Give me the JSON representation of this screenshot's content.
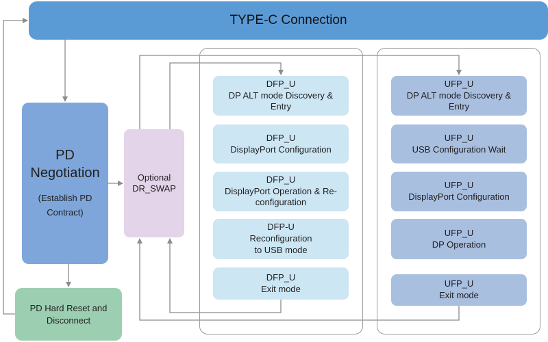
{
  "colors": {
    "top_bar": "#5b9bd5",
    "pd_negotiation": "#7ea6da",
    "hard_reset": "#9ccfb2",
    "dr_swap": "#e3d4ea",
    "dfp_state": "#cce6f4",
    "ufp_state": "#a9bfe0",
    "connector": "#8c8c8c"
  },
  "top": {
    "title": "TYPE-C Connection"
  },
  "pd_negotiation": {
    "title_lines": [
      "PD",
      "Negotiation"
    ],
    "subtitle_lines": [
      "(Establish PD",
      "Contract)"
    ]
  },
  "hard_reset": {
    "lines": [
      "PD Hard Reset and",
      "Disconnect"
    ]
  },
  "dr_swap": {
    "lines": [
      "Optional",
      "DR_SWAP"
    ]
  },
  "dfp_states": [
    {
      "lines": [
        "DFP_U",
        "DP ALT mode Discovery &",
        "Entry"
      ]
    },
    {
      "lines": [
        "DFP_U",
        "DisplayPort Configuration"
      ]
    },
    {
      "lines": [
        "DFP_U",
        "DisplayPort Operation & Re-",
        "configuration"
      ]
    },
    {
      "lines": [
        "DFP-U",
        "Reconfiguration",
        "to USB mode"
      ]
    },
    {
      "lines": [
        "DFP_U",
        "Exit mode"
      ]
    }
  ],
  "ufp_states": [
    {
      "lines": [
        "UFP_U",
        "DP ALT mode Discovery &",
        "Entry"
      ]
    },
    {
      "lines": [
        "UFP_U",
        "USB Configuration Wait"
      ]
    },
    {
      "lines": [
        "UFP_U",
        "DisplayPort Configuration"
      ]
    },
    {
      "lines": [
        "UFP_U",
        "DP Operation"
      ]
    },
    {
      "lines": [
        "UFP_U",
        "Exit mode"
      ]
    }
  ]
}
